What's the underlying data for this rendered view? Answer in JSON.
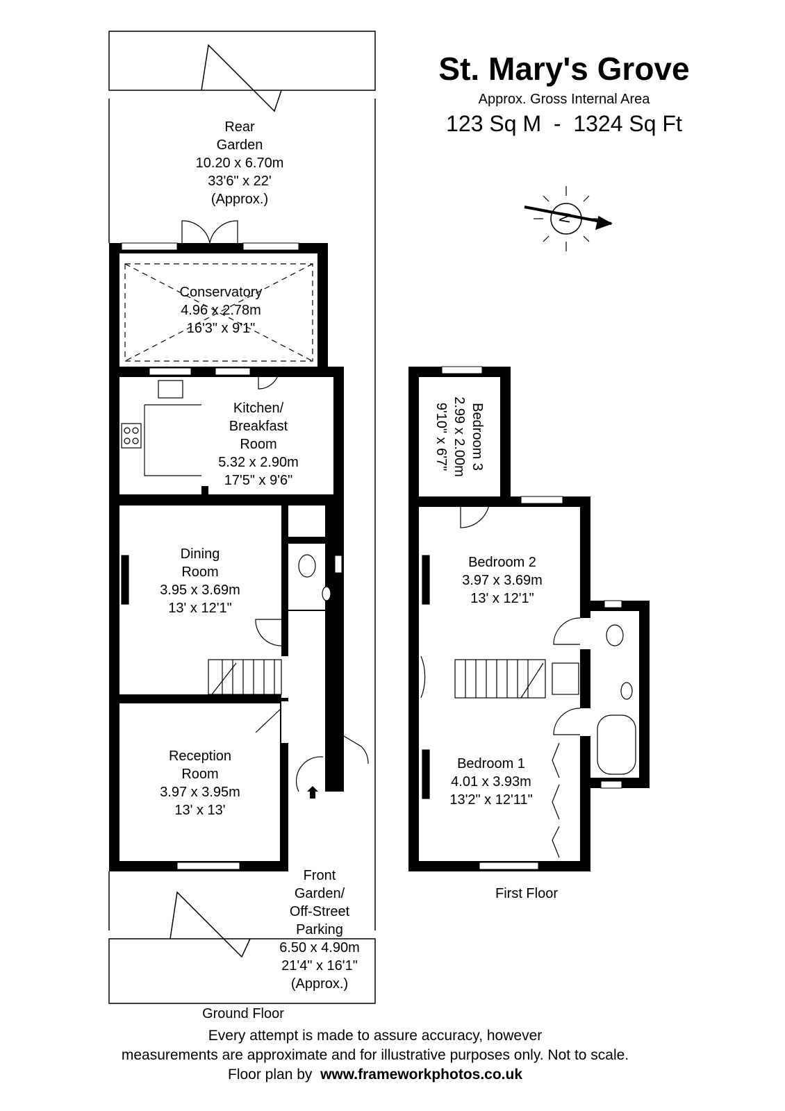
{
  "header": {
    "title": "St. Mary's Grove",
    "subtitle": "Approx. Gross Internal Area",
    "area_sqm": "123 Sq M",
    "separator": "-",
    "area_sqft": "1324 Sq Ft"
  },
  "compass": {
    "label": "N"
  },
  "ground_floor": {
    "label": "Ground Floor",
    "rooms": [
      {
        "name": "Rear",
        "name2": "Garden",
        "metric": "10.20 x 6.70m",
        "imperial": "33'6\" x 22'",
        "note": "(Approx.)"
      },
      {
        "name": "Conservatory",
        "metric": "4.96 x 2.78m",
        "imperial": "16'3\" x 9'1\""
      },
      {
        "name": "Kitchen/",
        "name2": "Breakfast",
        "name3": "Room",
        "metric": "5.32 x 2.90m",
        "imperial": "17'5\" x 9'6\""
      },
      {
        "name": "Dining",
        "name2": "Room",
        "metric": "3.95 x 3.69m",
        "imperial": "13' x 12'1\""
      },
      {
        "name": "Reception",
        "name2": "Room",
        "metric": "3.97 x 3.95m",
        "imperial": "13' x 13'"
      },
      {
        "name": "Front",
        "name2": "Garden/",
        "name3": "Off-Street",
        "name4": "Parking",
        "metric": "6.50 x 4.90m",
        "imperial": "21'4\" x 16'1\"",
        "note": "(Approx.)"
      }
    ]
  },
  "first_floor": {
    "label": "First Floor",
    "rooms": [
      {
        "name": "Bedroom 3",
        "metric": "2.99 x 2.00m",
        "imperial": "9'10\" x 6'7\""
      },
      {
        "name": "Bedroom 2",
        "metric": "3.97 x 3.69m",
        "imperial": "13' x 12'1\""
      },
      {
        "name": "Bedroom 1",
        "metric": "4.01 x 3.93m",
        "imperial": "13'2\" x 12'11\""
      }
    ]
  },
  "footer": {
    "line1": "Every attempt is made to assure accuracy, however",
    "line2": "measurements are approximate and for illustrative purposes only. Not to scale.",
    "credit_prefix": "Floor plan by",
    "credit_url": "www.frameworkphotos.co.uk"
  }
}
